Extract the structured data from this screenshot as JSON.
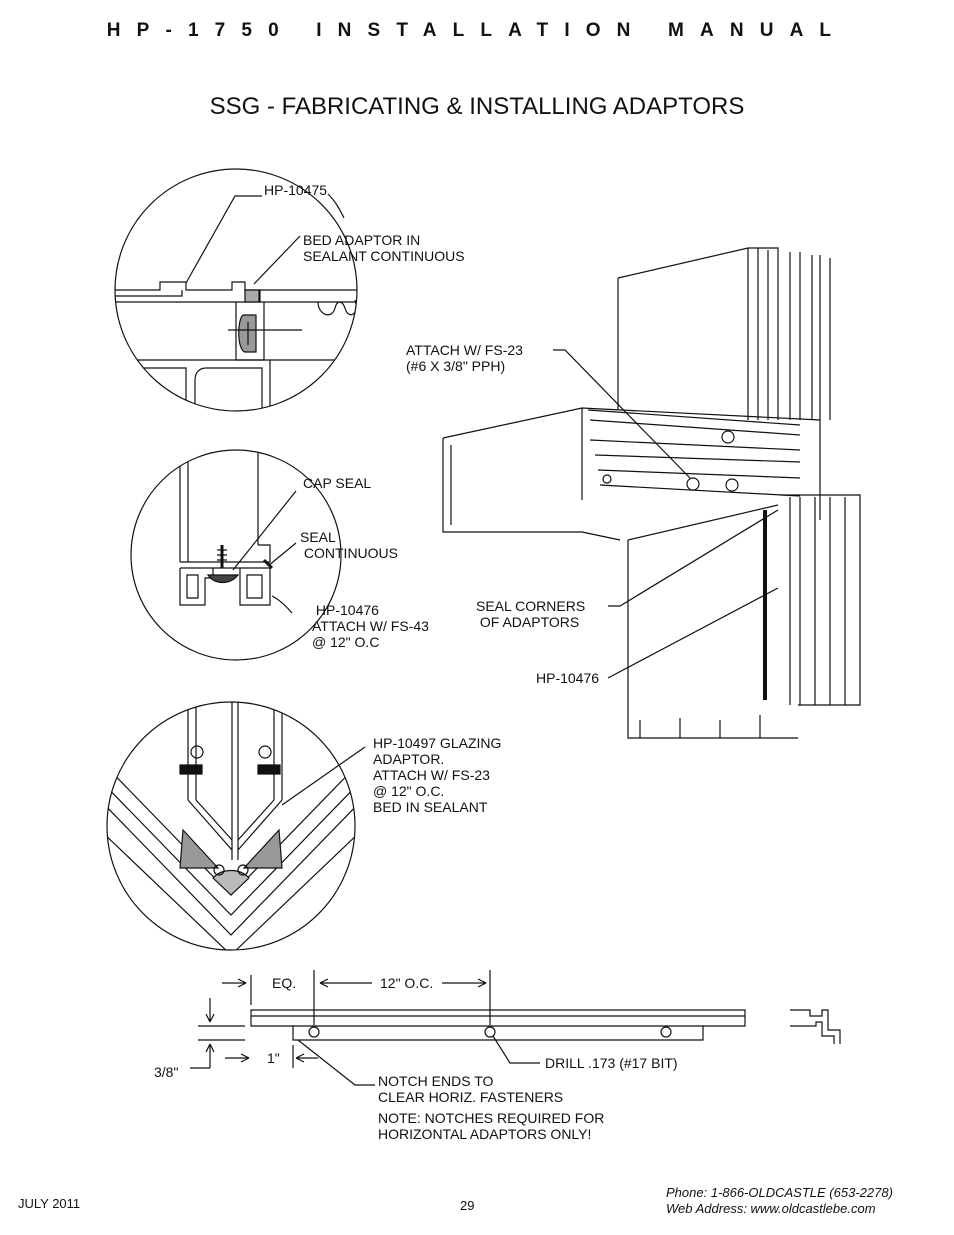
{
  "header": {
    "manual_title": "HP-1750 INSTALLATION MANUAL"
  },
  "page_title": "SSG - FABRICATING & INSTALLING ADAPTORS",
  "detail_top": {
    "part_label": "HP-10475",
    "bed_label": "BED ADAPTOR IN\nSEALANT CONTINUOUS"
  },
  "detail_middle": {
    "cap_seal_label": "CAP SEAL",
    "seal_label": "SEAL\n CONTINUOUS",
    "part_label": " HP-10476\nATTACH W/ FS-43\n@ 12\" O.C"
  },
  "detail_bottom": {
    "part_label": "HP-10497 GLAZING\nADAPTOR.\nATTACH W/ FS-23\n@ 12\" O.C.\nBED IN SEALANT"
  },
  "isometric": {
    "attach_label": "ATTACH W/ FS-23\n(#6 X 3/8\" PPH)",
    "seal_corners_label": "SEAL CORNERS\n OF ADAPTORS",
    "part_label": "HP-10476"
  },
  "dimension_detail": {
    "eq_label": "EQ.",
    "spacing_label": "12\" O.C.",
    "end_label": "1\"",
    "height_label": "3/8\"",
    "drill_label": "DRILL .173 (#17 BIT)",
    "notch_label": "NOTCH ENDS TO\nCLEAR HORIZ. FASTENERS",
    "note_label": "NOTE: NOTCHES REQUIRED FOR\nHORIZONTAL ADAPTORS ONLY!"
  },
  "footer": {
    "date": "JULY 2011",
    "page_number": "29",
    "phone": "Phone: 1-866-OLDCASTLE (653-2278)",
    "web": "Web Address: www.oldcastlebe.com"
  }
}
